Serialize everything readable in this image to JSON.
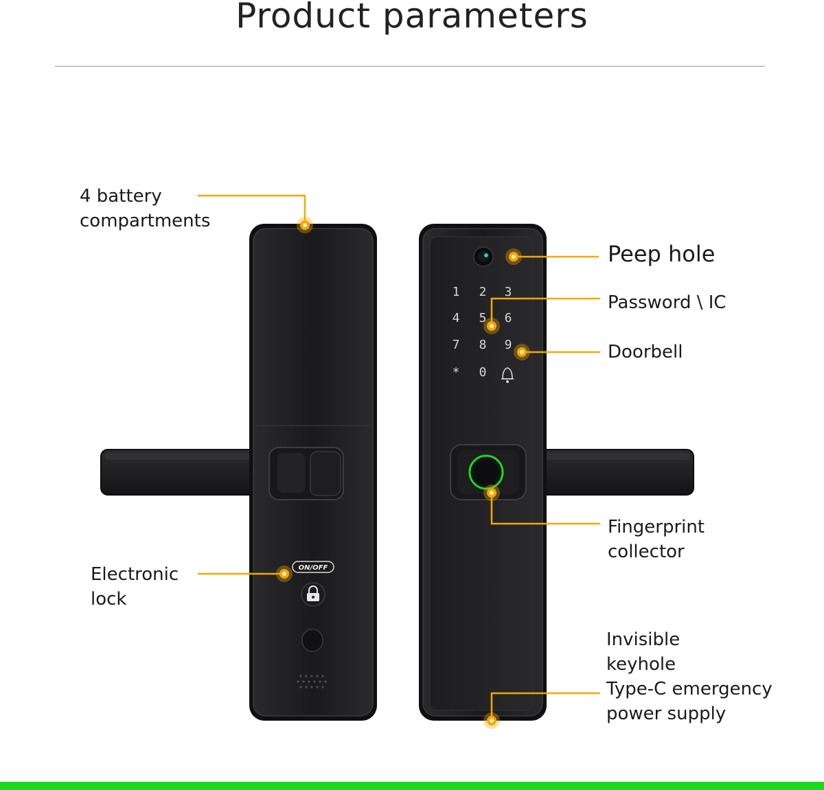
{
  "header": {
    "title": "Product parameters"
  },
  "labels": {
    "battery": [
      "4 battery",
      "compartments"
    ],
    "electronic_lock": [
      "Electronic",
      "lock"
    ],
    "peep_hole": "Peep hole",
    "password": "Password \\ IC",
    "doorbell": "Doorbell",
    "fingerprint": [
      "Fingerprint",
      "collector"
    ],
    "keyhole": [
      "Invisible",
      "keyhole",
      "Type-C emergency",
      "power supply"
    ]
  },
  "device": {
    "on_off_label": "ON/OFF",
    "keypad": [
      "1",
      "2",
      "3",
      "4",
      "5",
      "6",
      "7",
      "8",
      "9",
      "*",
      "0"
    ]
  },
  "colors": {
    "accent": "#f5a800",
    "bottom_bar": "#1ed81e",
    "device_body": "#1c1c1e",
    "fingerprint_ring": "#1ed81e"
  },
  "icons": {
    "lock": "lock-icon",
    "bell": "bell-icon",
    "camera": "camera-lens-icon"
  }
}
